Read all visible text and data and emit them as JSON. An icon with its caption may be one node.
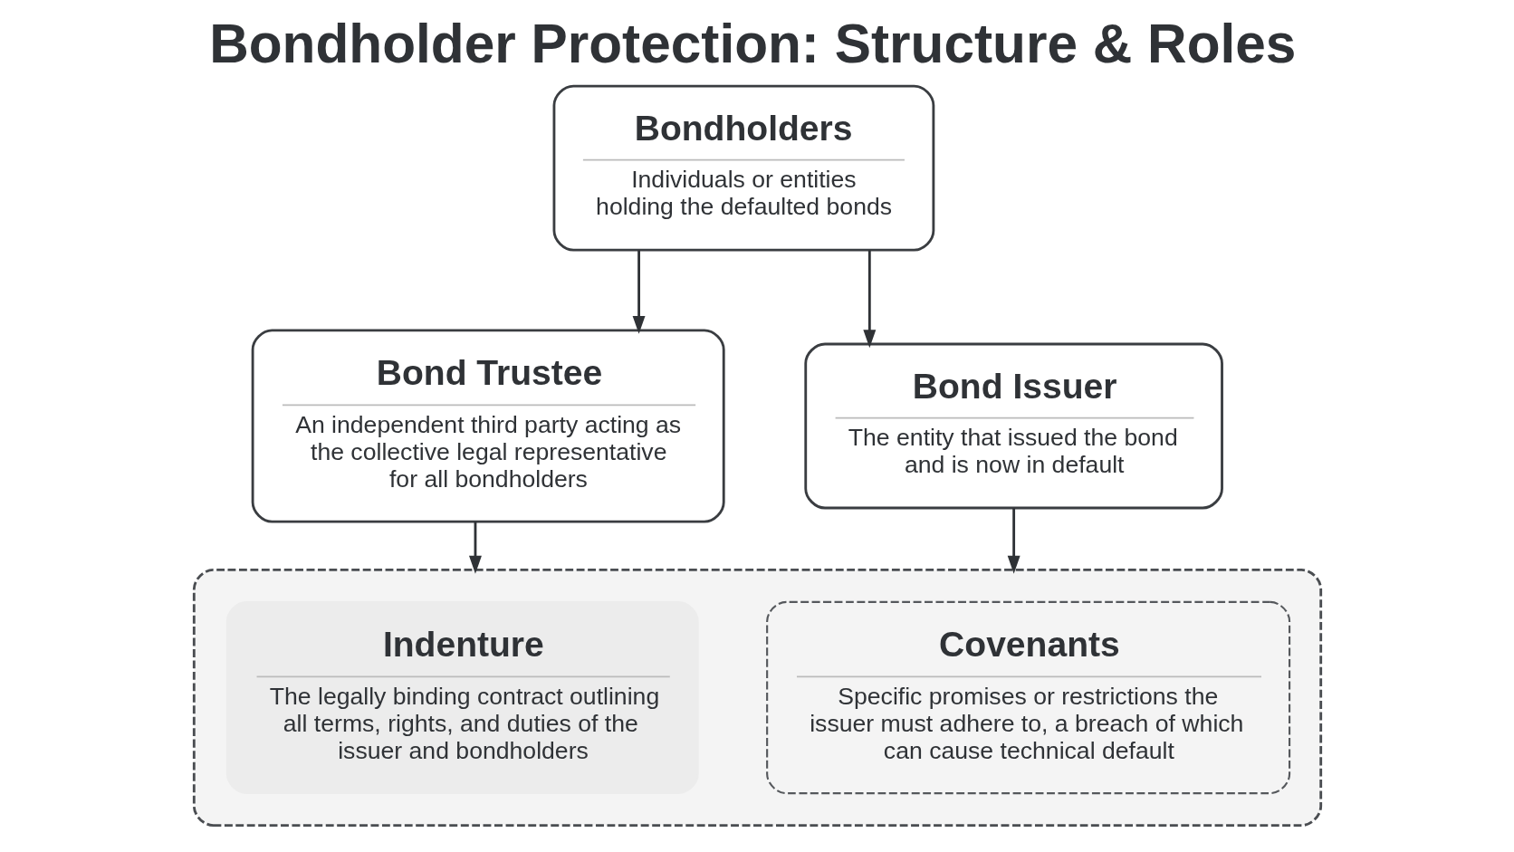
{
  "diagram": {
    "title": "Bondholder Protection: Structure & Roles",
    "nodes": [
      {
        "text": [
          "Bondholders",
          "Individuals or entities holding the defaulted bonds"
        ]
      },
      {
        "text": [
          "Bond Trustee",
          "An independent third party acting as the collective legal representative for all bondholders"
        ]
      },
      {
        "text": [
          "Bond Issuer",
          "The entity that issued the bond and is now in default"
        ]
      },
      {
        "text": [],
        "shape": "box"
      },
      {
        "text": [
          "Indenture",
          "The legally binding contract outlining all terms, rights, and duties of the issuer and bondholders"
        ],
        "in": 3
      },
      {
        "text": [
          "Covenants",
          "Specific promises or restrictions the issuer must adhere to, a breach of which can cause technical default"
        ],
        "in": 3
      }
    ],
    "edges": [
      {
        "from": 0,
        "to": 1,
        "arrow": "to"
      },
      {
        "from": 0,
        "to": 2,
        "arrow": "to"
      },
      {
        "from": 1,
        "to": 3,
        "arrow": "to"
      },
      {
        "from": 2,
        "to": 3,
        "arrow": "to"
      }
    ]
  }
}
